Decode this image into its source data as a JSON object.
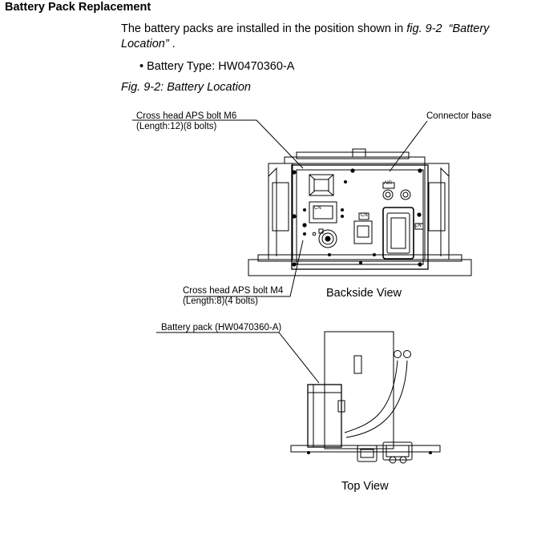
{
  "section": {
    "title": "Battery Pack Replacement"
  },
  "intro": {
    "text_before": "The battery packs are installed in the position shown in ",
    "fig_ref": "fig. 9-2",
    "fig_title_quoted": "“Battery Location”",
    "text_after": " ."
  },
  "bullet": {
    "text": "• Battery Type: HW0470360-A"
  },
  "figure": {
    "caption": "Fig. 9-2: Battery Location"
  },
  "callouts": {
    "m6_line1": "Cross head APS bolt M6",
    "m6_line2": "(Length:12)(8 bolts)",
    "connector_base": "Connector base",
    "m4_line1": "Cross head APS bolt M4",
    "m4_line2": "(Length:8)(4 bolts)",
    "battery_pack": "Battery pack (HW0470360-A)"
  },
  "views": {
    "backside": "Backside View",
    "top": "Top View"
  },
  "panel_marks": {
    "air": "AIR",
    "mark1": "CN",
    "mark2": "CN",
    "mark3": "CN"
  }
}
